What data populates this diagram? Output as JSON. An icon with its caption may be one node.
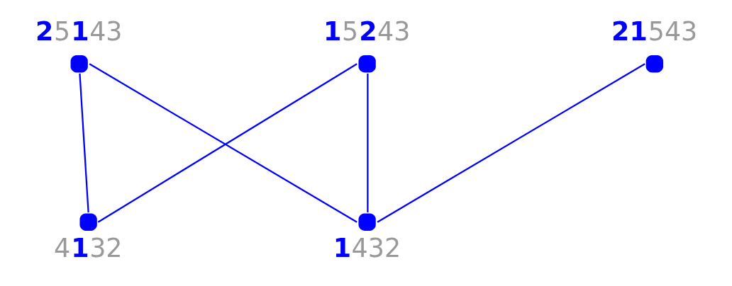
{
  "diagram": {
    "nodes": [
      {
        "text": [],
        "shape": "circle",
        "beside": [
          "**1**5**2**43"
        ]
      },
      {
        "text": [],
        "shape": "circle",
        "beside": [
          "**2**5**1**43"
        ]
      },
      {
        "text": [],
        "shape": "circle",
        "beside": [
          "**21**543"
        ]
      },
      {
        "text": [],
        "shape": "circle",
        "beside": [
          "4**1**32"
        ]
      },
      {
        "text": [],
        "shape": "circle",
        "beside": [
          "**1**432"
        ]
      }
    ],
    "edges": [
      {
        "from": 0,
        "to": 3,
        "arrow": "none"
      },
      {
        "from": 0,
        "to": 4,
        "arrow": "none"
      },
      {
        "from": 1,
        "to": 3,
        "arrow": "none"
      },
      {
        "from": 1,
        "to": 4,
        "arrow": "none"
      },
      {
        "from": 2,
        "to": 4,
        "arrow": "none"
      }
    ]
  }
}
